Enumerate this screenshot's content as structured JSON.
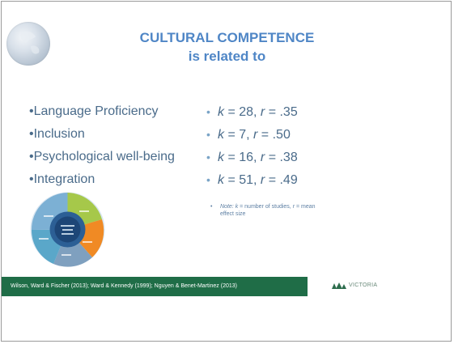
{
  "slide": {
    "title_line1": "CULTURAL COMPETENCE",
    "title_line2": "is related to",
    "left_items": [
      "•Language Proficiency",
      "•Inclusion",
      "•Psychological well-being",
      "•Integration"
    ],
    "stats": [
      {
        "k": "28",
        "r": ".35"
      },
      {
        "k": "7",
        "r": ".50"
      },
      {
        "k": "16",
        "r": ".38"
      },
      {
        "k": "51",
        "r": ".49"
      }
    ],
    "stat_labels": {
      "k_symbol": "k",
      "r_symbol": "r",
      "bullet": "•"
    },
    "note": {
      "label": "Note:",
      "k": "k",
      "text1": " = number of studies, ",
      "r": "r",
      "text2": " = mean",
      "line2": "effect size"
    },
    "footer": "Wilson, Ward & Fischer (2013);   Ward & Kennedy (1999); Nguyen & Benet-Martinez (2013)",
    "logo_text": "VICTORIA"
  },
  "colors": {
    "title": "#4f86c6",
    "body_text": "#4a6b8a",
    "footer_bg": "#1f6d47",
    "wheel": [
      "#a6c84a",
      "#f08a24",
      "#7fa0bf",
      "#5aa7c9",
      "#4f86c6",
      "#7cb0d4"
    ]
  },
  "icons": {
    "top_left": "globe-icon",
    "wheel": "competence-wheel-diagram",
    "logo": "university-logo"
  }
}
